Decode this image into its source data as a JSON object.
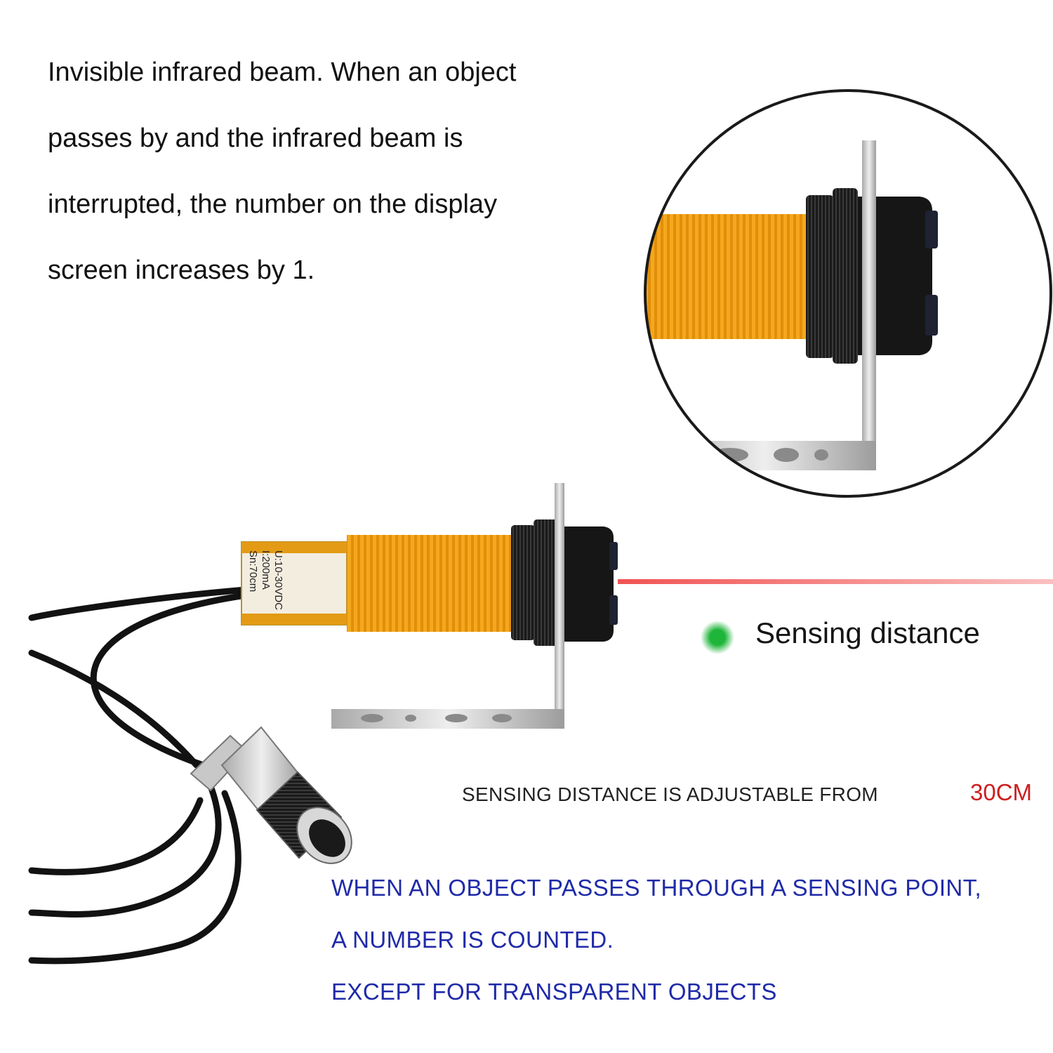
{
  "intro": {
    "lines": [
      "Invisible infrared beam. When an object",
      "passes by and the infrared beam is",
      "interrupted, the number on the display",
      "screen increases by 1."
    ]
  },
  "sensor_label": {
    "lines": [
      "U:10-30VDC",
      "I:200mA",
      "Sn:70cm"
    ]
  },
  "legend": {
    "dot_color": "#1fb53a",
    "label": "Sensing distance"
  },
  "adjustable": {
    "text": "SENSING DISTANCE IS ADJUSTABLE FROM",
    "value": "30CM",
    "value_color": "#cc1f1f"
  },
  "counting": {
    "color": "#1f2aa8",
    "lines": [
      "WHEN AN OBJECT PASSES THROUGH A SENSING POINT,",
      "A NUMBER IS COUNTED.",
      "EXCEPT FOR TRANSPARENT OBJECTS"
    ]
  },
  "colors": {
    "sensor_body": "#f5a81c",
    "sensor_thread": "#e08e0c",
    "sensor_cap": "#161616",
    "bracket": "#d6d6d6",
    "beam": "#f04a4a",
    "cable": "#121212"
  }
}
